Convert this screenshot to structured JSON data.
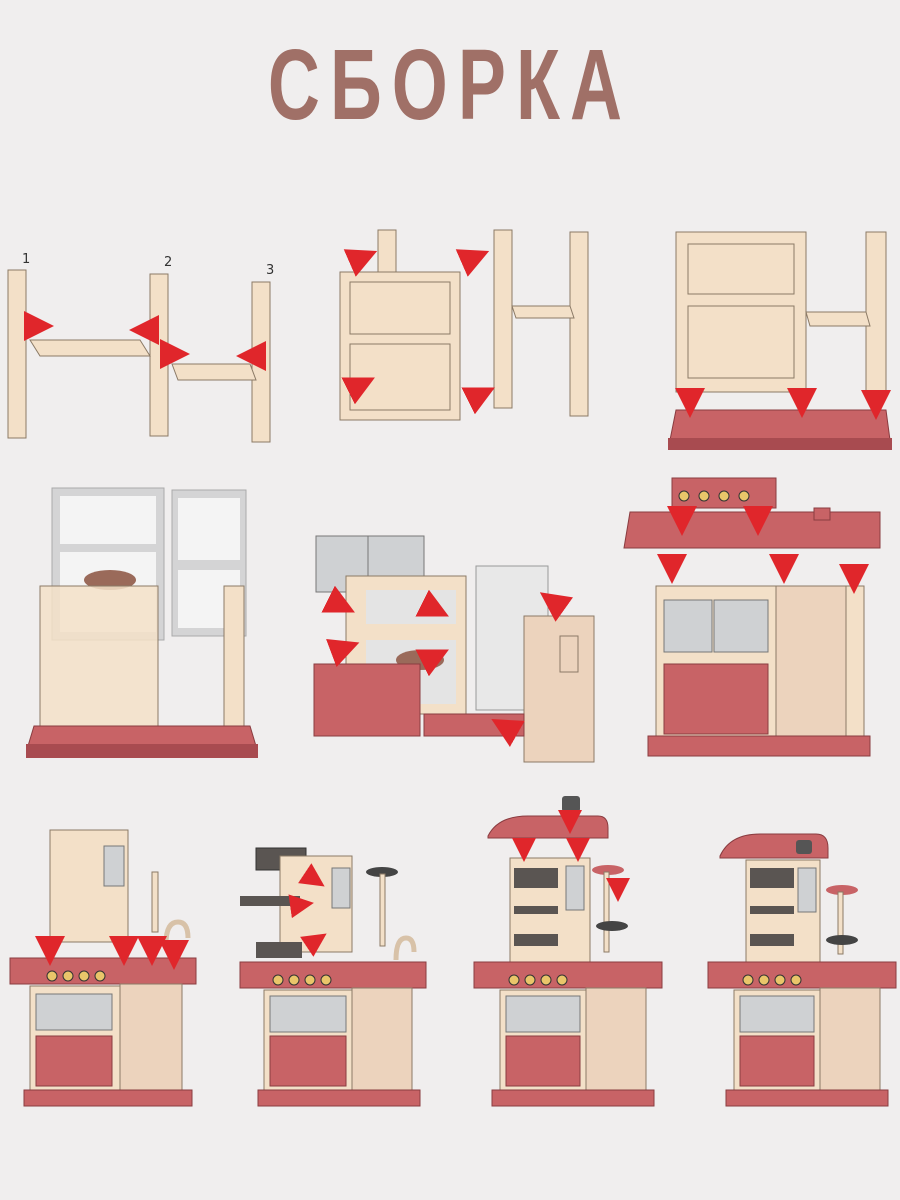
{
  "title": "СБОРКА",
  "step_labels": [
    "1",
    "2",
    "3"
  ],
  "colors": {
    "frame": "#f3e0c8",
    "frame_edge": "#8b7a66",
    "base": "#c86366",
    "base_dark": "#a84b50",
    "arrow": "#e0262b",
    "grey": "#cfd1d3",
    "fridge": "#ecd3bd",
    "title": "#a07067"
  }
}
